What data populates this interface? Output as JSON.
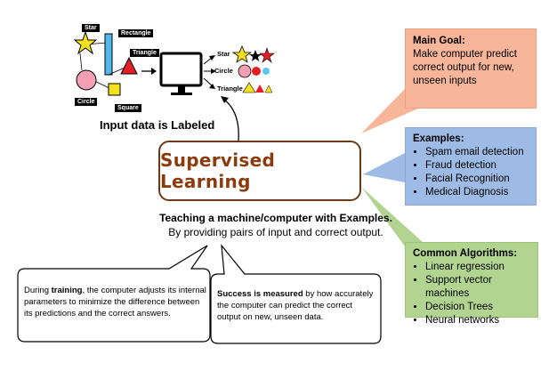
{
  "center": {
    "title": "Supervised Learning"
  },
  "input_caption": "Input data is Labeled",
  "input_shapes": {
    "labels": [
      "Star",
      "Rectangle",
      "Triangle",
      "Circle",
      "Square"
    ],
    "colors": {
      "star": "#f6e21c",
      "rectangle": "#56b7ec",
      "triangle": "#e31e24",
      "circle": "#f49fb2",
      "square": "#f6e21c"
    }
  },
  "output_labels": [
    "Star",
    "Circle",
    "Triangle"
  ],
  "teaching": {
    "line1": "Teaching a machine/computer with Examples.",
    "line2": "By providing pairs of input and correct output."
  },
  "main_goal": {
    "title": "Main Goal:",
    "text": "Make computer predict correct output for new, unseen inputs",
    "color": "#f7b59a"
  },
  "examples": {
    "title": "Examples:",
    "items": [
      "Spam email detection",
      "Fraud detection",
      "Facial Recognition",
      "Medical Diagnosis"
    ],
    "color": "#9ebbe6"
  },
  "algorithms": {
    "title": "Common Algorithms:",
    "items": [
      "Linear regression",
      "Support vector machines",
      "Decision Trees",
      "Neural networks"
    ],
    "color": "#b1d490"
  },
  "training_note": {
    "prefix": "During ",
    "bold": "training",
    "rest": ", the computer adjusts its internal parameters to minimize the difference between its predictions and the correct answers."
  },
  "success_note": {
    "bold": "Success is measured",
    "rest": " by how accurately the computer can predict the correct output on new, unseen data."
  }
}
